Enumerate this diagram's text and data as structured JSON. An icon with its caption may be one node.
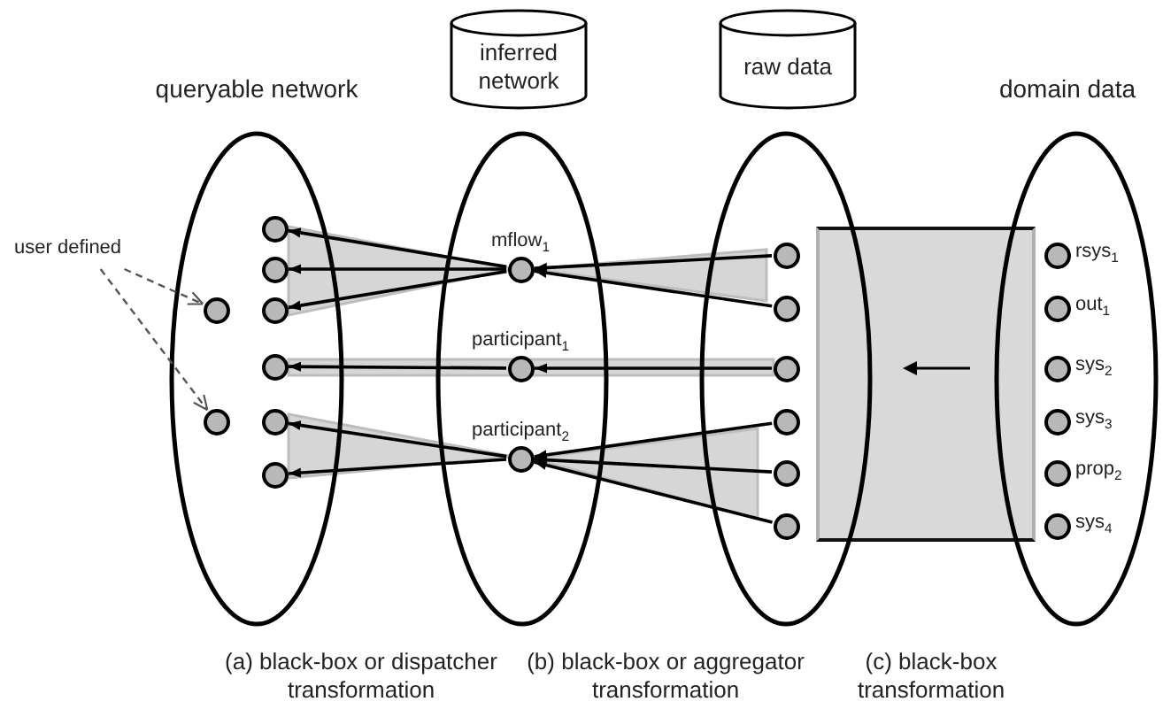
{
  "diagram": {
    "nodes": [
      {
        "text": [
          "inferred network"
        ]
      },
      {
        "text": [
          "raw data"
        ]
      },
      {
        "text": [
          "queryable network"
        ]
      },
      {
        "text": [],
        "shape": "ellipse"
      },
      {
        "text": [],
        "shape": "ellipse"
      },
      {
        "text": [],
        "shape": "box"
      },
      {
        "text": [
          "domain data"
        ]
      },
      {
        "text": [
          "user defined"
        ]
      },
      {
        "text": [],
        "shape": "circle",
        "in": 2
      },
      {
        "text": [],
        "shape": "circle",
        "in": 2
      },
      {
        "text": [],
        "shape": "circle",
        "in": 2
      },
      {
        "text": [],
        "shape": "circle",
        "in": 2
      },
      {
        "text": [],
        "shape": "circle",
        "in": 2
      },
      {
        "text": [],
        "shape": "circle",
        "in": 2
      },
      {
        "text": [],
        "shape": "circle",
        "in": 2
      },
      {
        "text": [],
        "shape": "circle",
        "in": 2
      },
      {
        "text": [],
        "shape": "circle",
        "in": 3,
        "beside": [
          "mflow$_{1}$"
        ]
      },
      {
        "text": [],
        "shape": "circle",
        "in": 3,
        "beside": [
          "participant$_{1}$"
        ]
      },
      {
        "text": [],
        "shape": "circle",
        "in": 3,
        "beside": [
          "participant$_{2}$"
        ]
      },
      {
        "text": [],
        "shape": "circle",
        "in": 4
      },
      {
        "text": [],
        "shape": "circle",
        "in": 4
      },
      {
        "text": [],
        "shape": "circle",
        "in": 4
      },
      {
        "text": [],
        "shape": "circle",
        "in": 4
      },
      {
        "text": [],
        "shape": "circle",
        "in": 4
      },
      {
        "text": [],
        "shape": "circle",
        "in": 4
      },
      {
        "text": [],
        "shape": "circle",
        "in": 6,
        "beside": [
          "rsys$_{1}$"
        ]
      },
      {
        "text": [],
        "shape": "circle",
        "in": 6,
        "beside": [
          "out$_{1}$"
        ]
      },
      {
        "text": [],
        "shape": "circle",
        "in": 6,
        "beside": [
          "sys$_{2}$"
        ]
      },
      {
        "text": [],
        "shape": "circle",
        "in": 6,
        "beside": [
          "sys$_{3}$"
        ]
      },
      {
        "text": [],
        "shape": "circle",
        "in": 6,
        "beside": [
          "prop$_{2}$"
        ]
      },
      {
        "text": [],
        "shape": "circle",
        "in": 6,
        "beside": [
          "sys$_{4}$"
        ]
      }
    ],
    "edges": [
      {
        "from": 16,
        "to": 8,
        "arrow": "to"
      },
      {
        "from": 16,
        "to": 9,
        "arrow": "to"
      },
      {
        "from": 16,
        "to": 11,
        "arrow": "to"
      },
      {
        "from": 19,
        "to": 16,
        "arrow": "to"
      },
      {
        "from": 20,
        "to": 16,
        "arrow": "to"
      },
      {
        "from": 21,
        "to": 17,
        "arrow": "to"
      },
      {
        "from": 17,
        "to": 12,
        "arrow": "to"
      },
      {
        "from": 22,
        "to": 18,
        "arrow": "to"
      },
      {
        "from": 23,
        "to": 18,
        "arrow": "to"
      },
      {
        "from": 24,
        "to": 18,
        "arrow": "to"
      },
      {
        "from": 18,
        "to": 14,
        "arrow": "to"
      },
      {
        "from": 18,
        "to": 15,
        "arrow": "to"
      },
      {
        "from": 7,
        "to": 10,
        "arrow": "to",
        "style": "dashed"
      },
      {
        "from": 7,
        "to": 13,
        "arrow": "to",
        "style": "dashed"
      }
    ],
    "labels": [
      "(a) black-box or dispatcher transformation",
      "(b) black-box or aggregator transformation",
      "(c) black-box transformation"
    ]
  }
}
